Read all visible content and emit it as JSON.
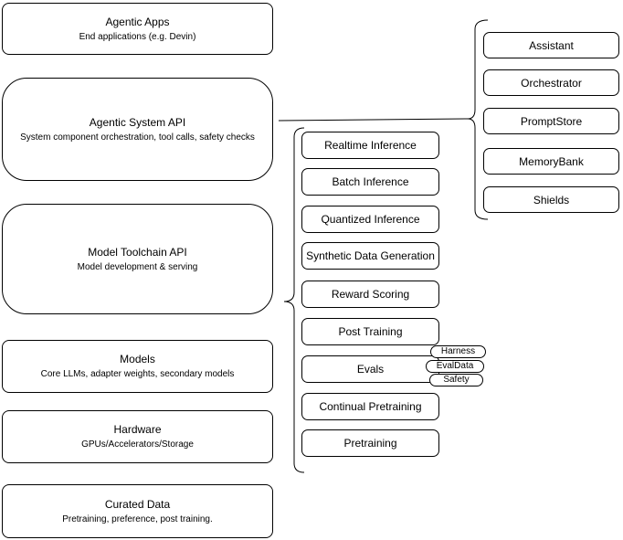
{
  "diagram": {
    "title": "Agentic system stack diagram",
    "stroke_color": "#000000",
    "background_color": "#ffffff"
  },
  "left_stack": [
    {
      "title": "Agentic Apps",
      "subtitle": "End applications (e.g. Devin)"
    },
    {
      "title": "Agentic System API",
      "subtitle": "System component orchestration, tool calls, safety checks"
    },
    {
      "title": "Model Toolchain API",
      "subtitle": "Model development & serving"
    },
    {
      "title": "Models",
      "subtitle": "Core LLMs, adapter weights, secondary models"
    },
    {
      "title": "Hardware",
      "subtitle": "GPUs/Accelerators/Storage"
    },
    {
      "title": "Curated Data",
      "subtitle": "Pretraining, preference, post training."
    }
  ],
  "toolchain_components": [
    "Realtime Inference",
    "Batch Inference",
    "Quantized Inference",
    "Synthetic Data Generation",
    "Reward Scoring",
    "Post Training",
    "Evals",
    "Continual Pretraining",
    "Pretraining"
  ],
  "eval_tags": [
    "Harness",
    "EvalData",
    "Safety"
  ],
  "system_components": [
    "Assistant",
    "Orchestrator",
    "PromptStore",
    "MemoryBank",
    "Shields"
  ]
}
